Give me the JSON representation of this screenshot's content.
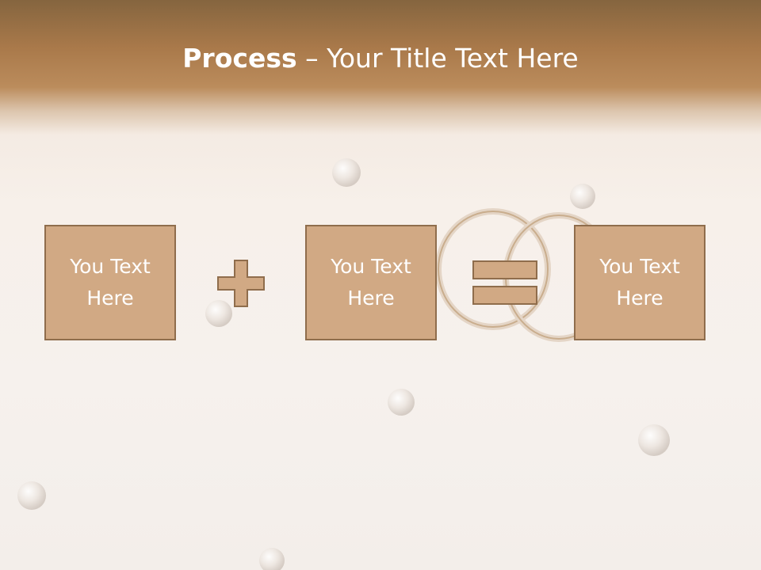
{
  "title": {
    "bold": "Process",
    "rest": " – Your Title Text Here"
  },
  "boxes": [
    {
      "text": "You Text Here"
    },
    {
      "text": "You Text Here"
    },
    {
      "text": "You Text Here"
    }
  ],
  "colors": {
    "header": "#a9794a",
    "box_fill": "#d1a984",
    "box_border": "#8f6d4c",
    "text": "#ffffff"
  },
  "icons": [
    "plus-icon",
    "equals-icon",
    "wedding-rings-image",
    "pearl-image"
  ]
}
